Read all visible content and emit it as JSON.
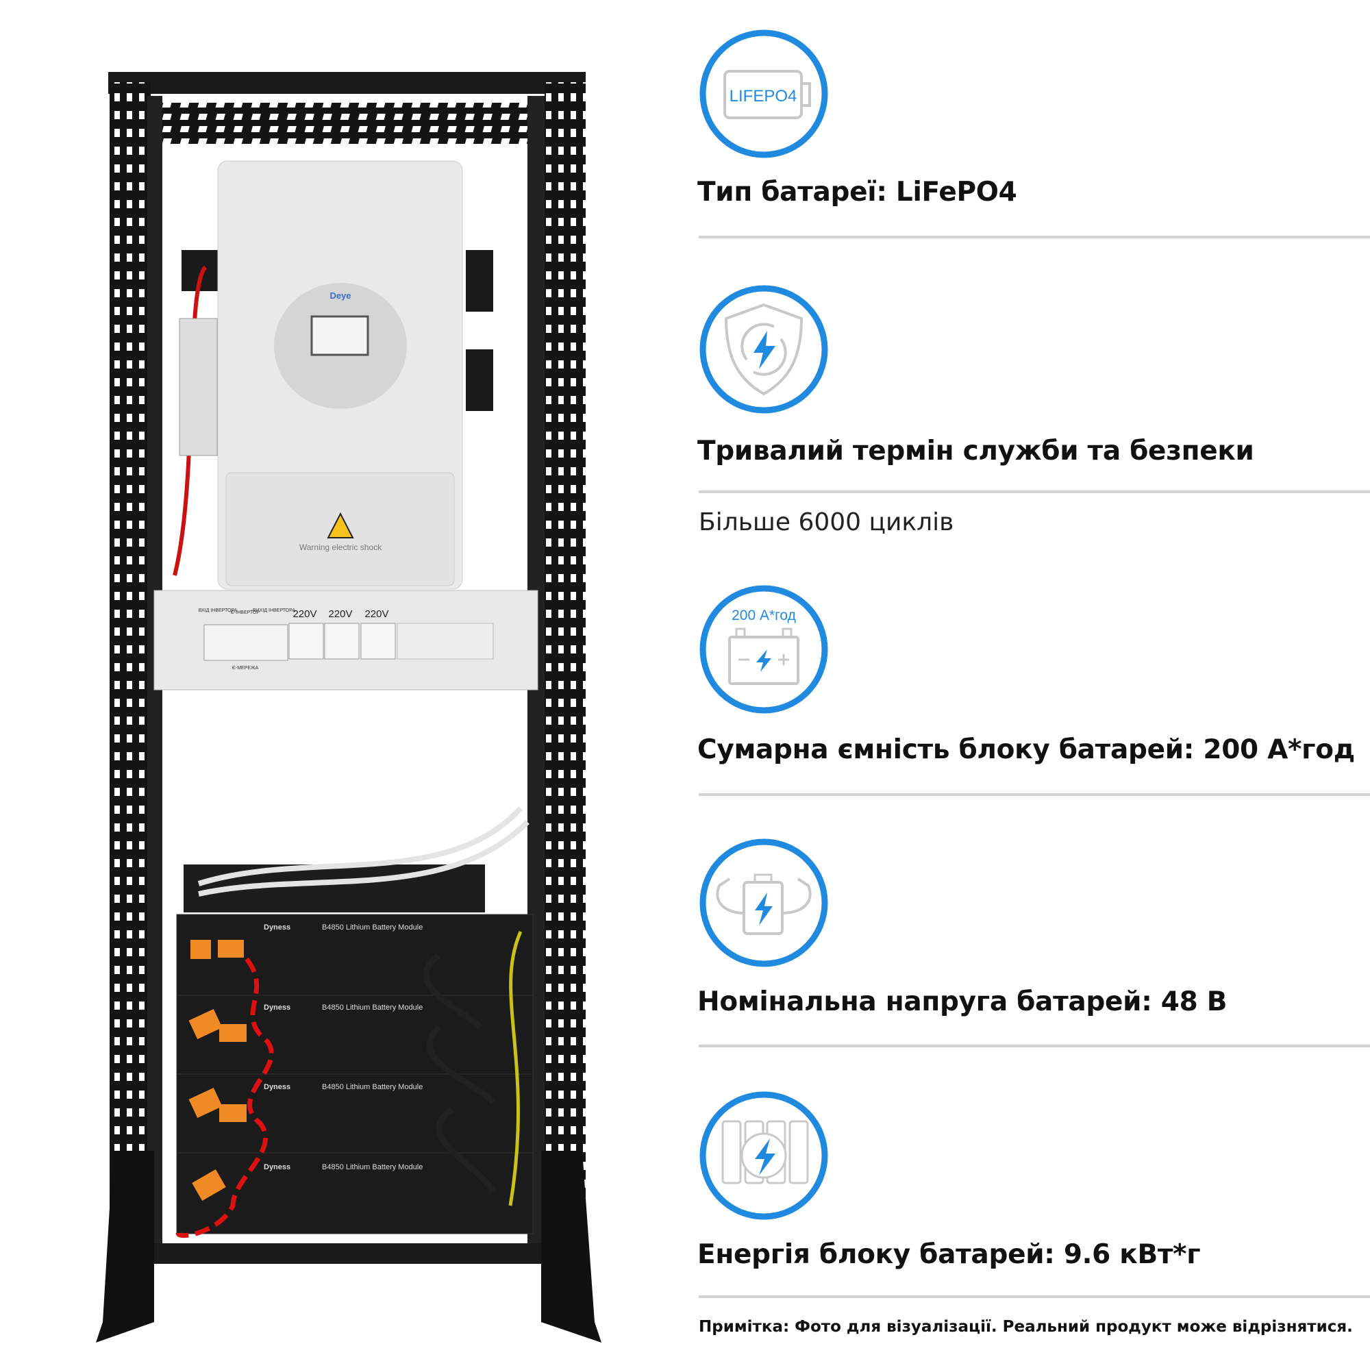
{
  "photo": {
    "inverter_brand": "Deye",
    "warning_label": "Warning electric shock",
    "panel_labels": [
      "ВХІД ІНВЕРТОРА",
      "Є-ІНВЕРТОР",
      "ВИХІД ІНВЕРТОРА",
      "Є-МЕРЕЖА"
    ],
    "socket_labels": [
      "220V",
      "220V",
      "220V"
    ],
    "battery_brand": "Dyness",
    "battery_model": "B4850 Lithium Battery Module"
  },
  "features": [
    {
      "icon": "lifepo4-battery-icon",
      "icon_text": "LIFEPO4",
      "title": "Тип батареї: LiFePO4"
    },
    {
      "icon": "shield-lightning-icon",
      "title": "Тривалий термін служби та безпеки",
      "subtitle": "Більше 6000 циклів"
    },
    {
      "icon": "car-battery-icon",
      "icon_text": "200 А*год",
      "title": "Сумарна ємність блоку батарей: 200 А*год"
    },
    {
      "icon": "strong-battery-icon",
      "title": "Номінальна напруга батарей: 48 В"
    },
    {
      "icon": "battery-pack-icon",
      "title": "Енергія блоку батарей: 9.6 кВт*г"
    }
  ],
  "note": "Примітка: Фото для візуалізації. Реальний продукт може відрізнятися.",
  "colors": {
    "accent": "#1f8ae0",
    "icon_gray": "#c8c8c8",
    "divider": "#d2d2d2",
    "rack": "#141414",
    "cable_orange": "#f08a24"
  }
}
